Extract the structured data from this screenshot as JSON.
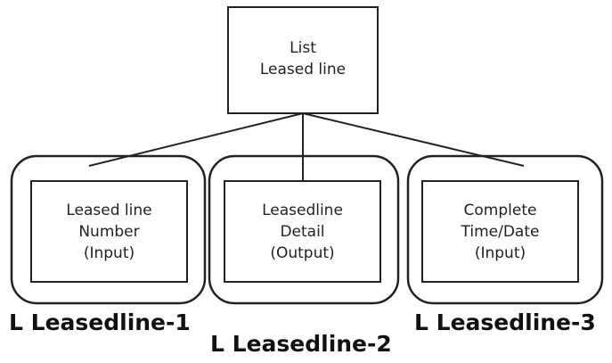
{
  "root": {
    "lines": [
      "List",
      "Leased line"
    ]
  },
  "modules": [
    {
      "lines": [
        "Leased line",
        "Number",
        "(Input)"
      ],
      "caption": "L Leasedline-1"
    },
    {
      "lines": [
        "Leasedline",
        "Detail",
        "(Output)"
      ],
      "caption": "L Leasedline-2"
    },
    {
      "lines": [
        "Complete",
        "Time/Date",
        "(Input)"
      ],
      "caption": "L Leasedline-3"
    }
  ]
}
